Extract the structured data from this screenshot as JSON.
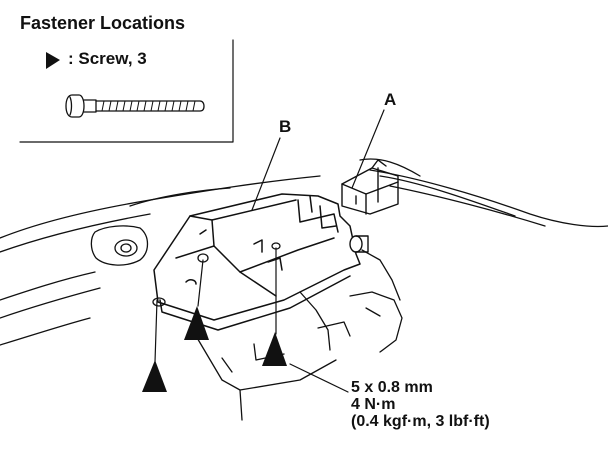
{
  "title": "Fastener Locations",
  "legend": {
    "icon": "filled-triangle-pointer-icon",
    "text": ": Screw, 3"
  },
  "callouts": {
    "a": "A",
    "b": "B"
  },
  "torque_spec": {
    "size": "5 x 0.8 mm",
    "torque_nm": "4 N·m",
    "torque_alt": "(0.4 kgf·m, 3 lbf·ft)"
  },
  "colors": {
    "ink": "#111111",
    "background": "#ffffff"
  }
}
